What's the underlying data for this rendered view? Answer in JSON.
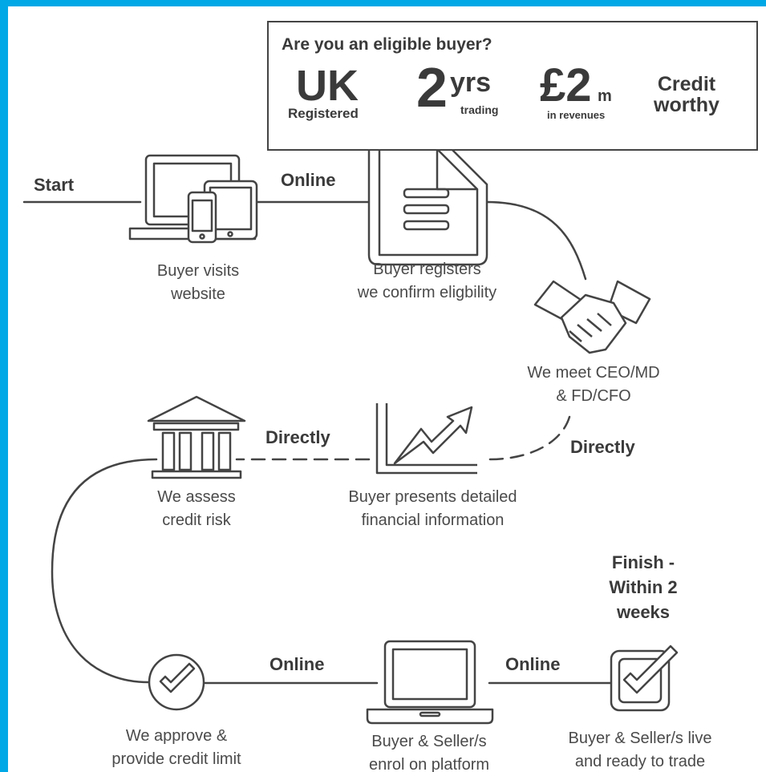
{
  "eligibility": {
    "question": "Are you an eligible buyer?",
    "uk_big": "UK",
    "uk_small": "Registered",
    "years_big": "2",
    "years_unit": "yrs",
    "years_small": "trading",
    "rev_big": "£2",
    "rev_unit": "m",
    "rev_small": "in revenues",
    "credit_line1": "Credit",
    "credit_line2": "worthy"
  },
  "labels": {
    "start": "Start",
    "online1": "Online",
    "directly1": "Directly",
    "directly2": "Directly",
    "online2": "Online",
    "online3": "Online",
    "finish_line1": "Finish -",
    "finish_line2": "Within 2",
    "finish_line3": "weeks"
  },
  "steps": {
    "visit_l1": "Buyer visits",
    "visit_l2": "website",
    "register_l1": "Buyer registers",
    "register_l2": "we confirm eligbility",
    "meet_l1": "We meet CEO/MD",
    "meet_l2": "& FD/CFO",
    "assess_l1": "We assess",
    "assess_l2": "credit risk",
    "presents_l1": "Buyer presents detailed",
    "presents_l2": "financial information",
    "approve_l1": "We approve &",
    "approve_l2": "provide credit limit",
    "enrol_l1": "Buyer & Seller/s",
    "enrol_l2": "enrol on platform",
    "live_l1": "Buyer & Seller/s live",
    "live_l2": "and ready to trade"
  },
  "colors": {
    "frame": "#00a8e6",
    "line": "#444444",
    "text": "#4a4a4a"
  },
  "icons": [
    "devices-icon",
    "document-icon",
    "handshake-icon",
    "bank-icon",
    "growth-chart-icon",
    "check-circle-icon",
    "laptop-icon",
    "checkbox-icon"
  ]
}
